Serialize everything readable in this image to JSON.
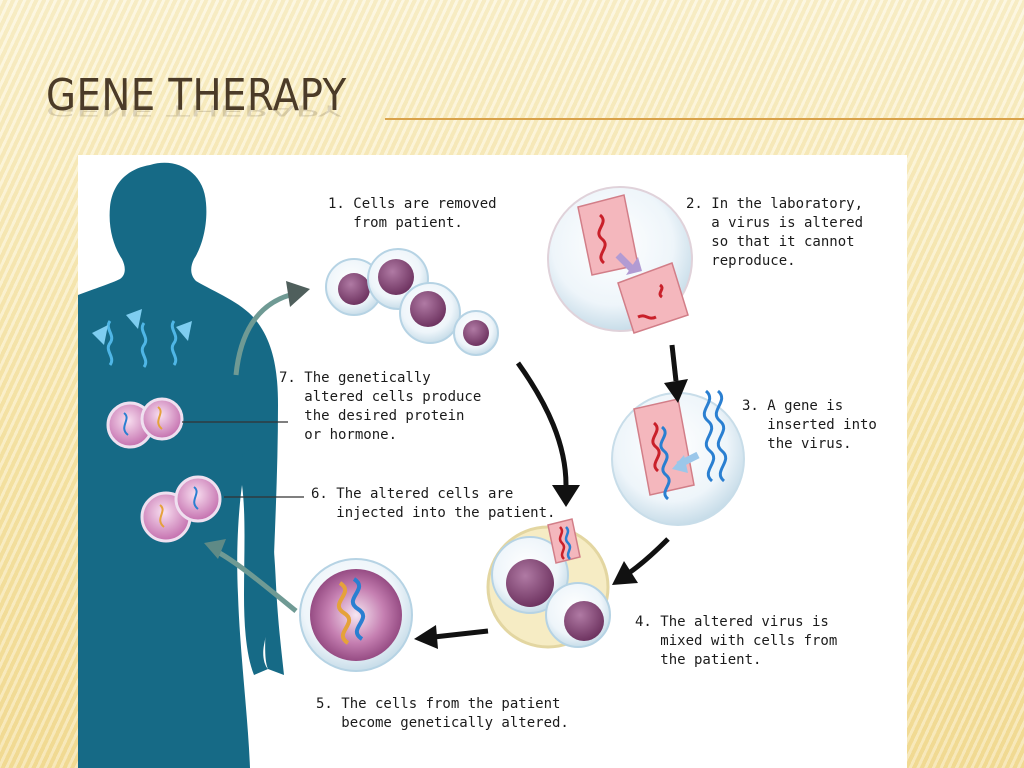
{
  "slide": {
    "title": "GENE THERAPY"
  },
  "diagram": {
    "steps": [
      {
        "id": 1,
        "text": "1. Cells are removed\n   from patient."
      },
      {
        "id": 2,
        "text": "2. In the laboratory,\n   a virus is altered\n   so that it cannot\n   reproduce."
      },
      {
        "id": 3,
        "text": "3. A gene is\n   inserted into\n   the virus."
      },
      {
        "id": 4,
        "text": "4. The altered virus is\n   mixed with cells from\n   the patient."
      },
      {
        "id": 5,
        "text": "5. The cells from the patient\n   become genetically altered."
      },
      {
        "id": 6,
        "text": "6. The altered cells are\n   injected into the patient."
      },
      {
        "id": 7,
        "text": "7. The genetically\n   altered cells produce\n   the desired protein\n   or hormone."
      }
    ],
    "colors": {
      "body": "#166a86",
      "cell_outer": "#cfe3ef",
      "cell_inner": "#7c3c6a",
      "virus": "#f3b3b8",
      "gene_red": "#c9202a",
      "gene_blue": "#2a7fd1",
      "arrow_black": "#111111",
      "arrow_gray": "#5f8a86"
    }
  }
}
